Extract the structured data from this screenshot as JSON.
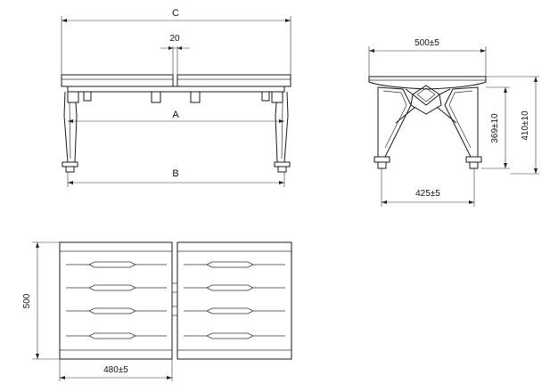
{
  "labels": {
    "c": "C",
    "gap": "20",
    "a": "A",
    "b": "B",
    "side_width": "500±5",
    "seat_height": "369±10",
    "total_height": "410±10",
    "foot_span": "425±5",
    "plan_depth": "500",
    "plan_width": "480±5"
  }
}
